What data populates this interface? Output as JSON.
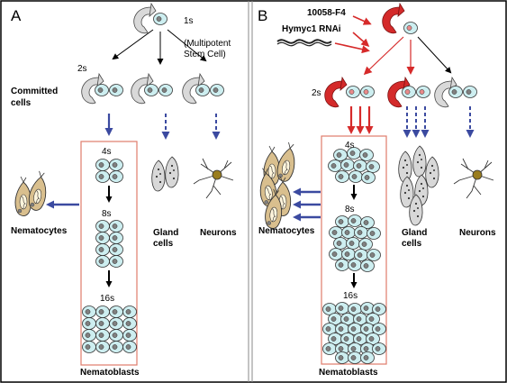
{
  "panels": {
    "A": {
      "letter": "A",
      "stem_stage": "1s",
      "stem_desc_line1": "(Multipotent",
      "stem_desc_line2": "Stem Cell)",
      "stage_2s": "2s",
      "committed_line1": "Committed",
      "committed_line2": "cells",
      "stage_4s": "4s",
      "stage_8s": "8s",
      "stage_16s": "16s",
      "nematoblasts": "Nematoblasts",
      "nematocytes": "Nematocytes",
      "gland_line1": "Gland",
      "gland_line2": "cells",
      "neurons": "Neurons"
    },
    "B": {
      "letter": "B",
      "treatment_1": "10058-F4",
      "treatment_2": "Hymyc1 RNAi",
      "stage_2s": "2s",
      "stage_4s": "4s",
      "stage_8s": "8s",
      "stage_16s": "16s",
      "nematoblasts": "Nematoblasts",
      "nematocytes": "Nematocytes",
      "gland_line1": "Gland",
      "gland_line2": "cells",
      "neurons": "Neurons"
    }
  },
  "colors": {
    "cell_fill": "#cdeef0",
    "nucleus": "#7f7f7f",
    "blue_arrow": "#3b4aa0",
    "red_arrow": "#d62a2a",
    "box": "#e07c6c",
    "nematocyte_fill": "#d9bf8e",
    "gland_fill": "#d8d8d8",
    "neuron_body": "#9a7d1e"
  }
}
